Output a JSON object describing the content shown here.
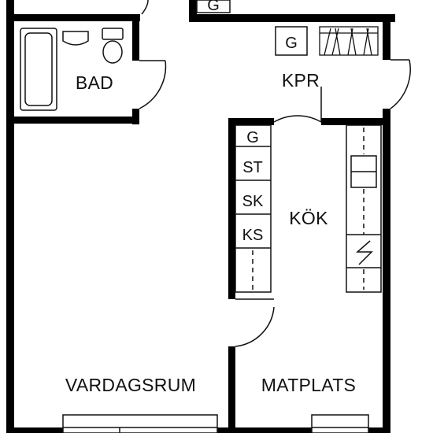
{
  "rooms": {
    "bad": "BAD",
    "kpr": "KPR",
    "kok": "KÖK",
    "vardagsrum": "VARDAGSRUM",
    "matplats": "MATPLATS"
  },
  "fixtures": {
    "top_box": "G",
    "kpr_box": "G",
    "kitchen_g": "G",
    "kitchen_st": "ST",
    "kitchen_sk": "SK",
    "kitchen_ks": "KS"
  }
}
